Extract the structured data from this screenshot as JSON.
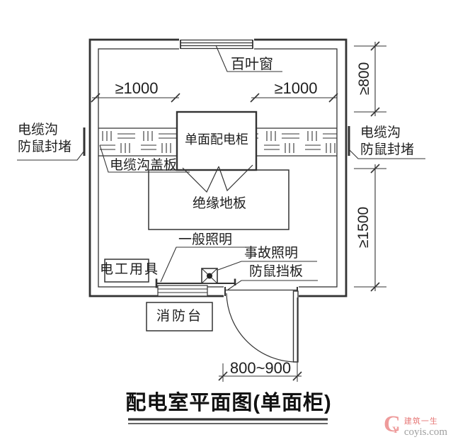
{
  "title": "配电室平面图(单面柜)",
  "labels": {
    "louver_window": "百叶窗",
    "cable_trench_cover": "电缆沟盖板",
    "cabinet": "单面配电柜",
    "insulation_floor": "绝缘地板",
    "general_lighting": "一般照明",
    "emergency_lighting": "事故照明",
    "rodent_baffle": "防鼠挡板",
    "electrician_tools": "电工用具",
    "fire_station": "消防台",
    "seal_left_line1": "电缆沟",
    "seal_left_line2": "防鼠封堵",
    "seal_right_line1": "电缆沟",
    "seal_right_line2": "防鼠封堵"
  },
  "dimensions": {
    "left_clearance": "≥1000",
    "right_clearance": "≥1000",
    "rear_clearance": "≥800",
    "front_corridor": "≥1500",
    "door_width": "800~900"
  },
  "watermark": {
    "logo_c": "C",
    "logo_y": "Y",
    "brand": "建筑一生",
    "site": "coyis.com"
  },
  "colors": {
    "line": "#333333",
    "watermark_red": "#e2605f",
    "watermark_gray": "#8f8f8f"
  }
}
